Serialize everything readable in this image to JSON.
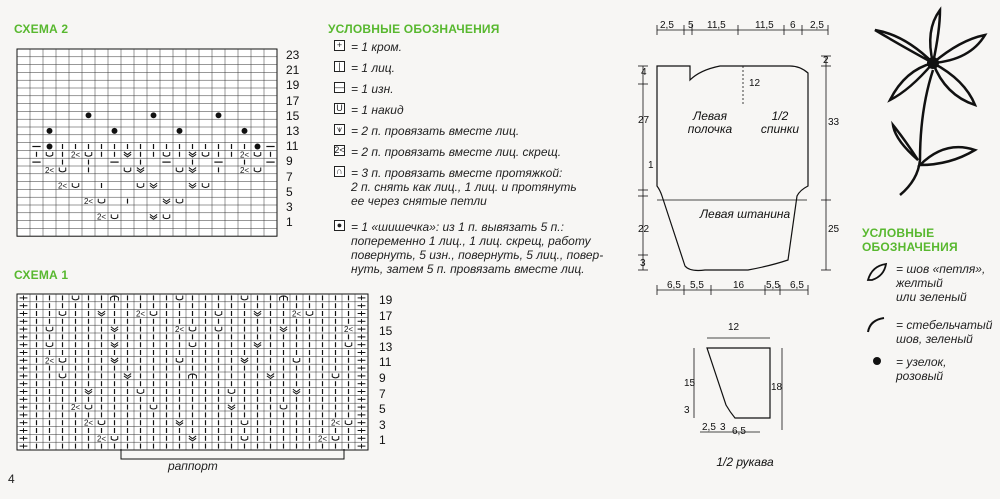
{
  "page_number": "4",
  "scheme2": {
    "title": "СХЕМА 2",
    "row_numbers": [
      "23",
      "21",
      "19",
      "17",
      "15",
      "13",
      "11",
      "9",
      "7",
      "5",
      "3",
      "1"
    ]
  },
  "scheme1": {
    "title": "СХЕМА 1",
    "row_numbers": [
      "19",
      "17",
      "15",
      "13",
      "11",
      "9",
      "7",
      "5",
      "3",
      "1"
    ],
    "repeat_label": "раппорт"
  },
  "legend": {
    "title": "УСЛОВНЫЕ ОБОЗНАЧЕНИЯ",
    "items": [
      {
        "symbol": "+",
        "text": "= 1 кром."
      },
      {
        "symbol": "|",
        "text": "= 1 лиц."
      },
      {
        "symbol": "—",
        "text": "= 1 изн."
      },
      {
        "symbol": "U",
        "text": "= 1 накид"
      },
      {
        "symbol": "⩛",
        "text": "= 2 п. провязать вместе лиц."
      },
      {
        "symbol": "2<",
        "text": "= 2 п. провязать вместе лиц. скрещ."
      },
      {
        "symbol": "∩",
        "text": "= 3 п. провязать вместе протяжкой:\n2 п. снять как лиц., 1 лиц. и протянуть\nее через снятые петли"
      },
      {
        "symbol": "●",
        "text": "= 1 «шишечка»: из 1 п. вывязать 5 п.:\nпопеременно 1 лиц., 1 лиц. скрещ, работу\nповернуть, 5 изн., повернуть, 5 лиц., повер-\nнуть, затем 5 п. провязать вместе лиц."
      }
    ]
  },
  "pattern": {
    "labels": {
      "left_front": "Левая\nполочка",
      "half_back": "1/2\nспинки",
      "left_leg": "Левая штанина",
      "half_sleeve": "1/2 рукава"
    },
    "top_dims": [
      "2,5",
      "5",
      "11,5",
      "11,5",
      "6",
      "2,5"
    ],
    "left_dims": [
      "4",
      "27",
      "1",
      "22",
      "3"
    ],
    "right_dims": [
      "2",
      "33",
      "25"
    ],
    "inner_dim": "12",
    "bottom_dims": [
      "6,5",
      "5,5",
      "16",
      "5,5",
      "6,5"
    ],
    "sleeve_dims": {
      "top": "12",
      "left": [
        "15",
        "3"
      ],
      "right": "18",
      "bottom": [
        "2,5",
        "3",
        "6,5"
      ]
    }
  },
  "embroidery_legend": {
    "title": "УСЛОВНЫЕ\nОБОЗНАЧЕНИЯ",
    "items": [
      {
        "text": "= шов «петля»,\nжелтый\nили зеленый"
      },
      {
        "text": "= стебельчатый\nшов, зеленый"
      },
      {
        "text": "= узелок,\nрозовый"
      }
    ]
  }
}
